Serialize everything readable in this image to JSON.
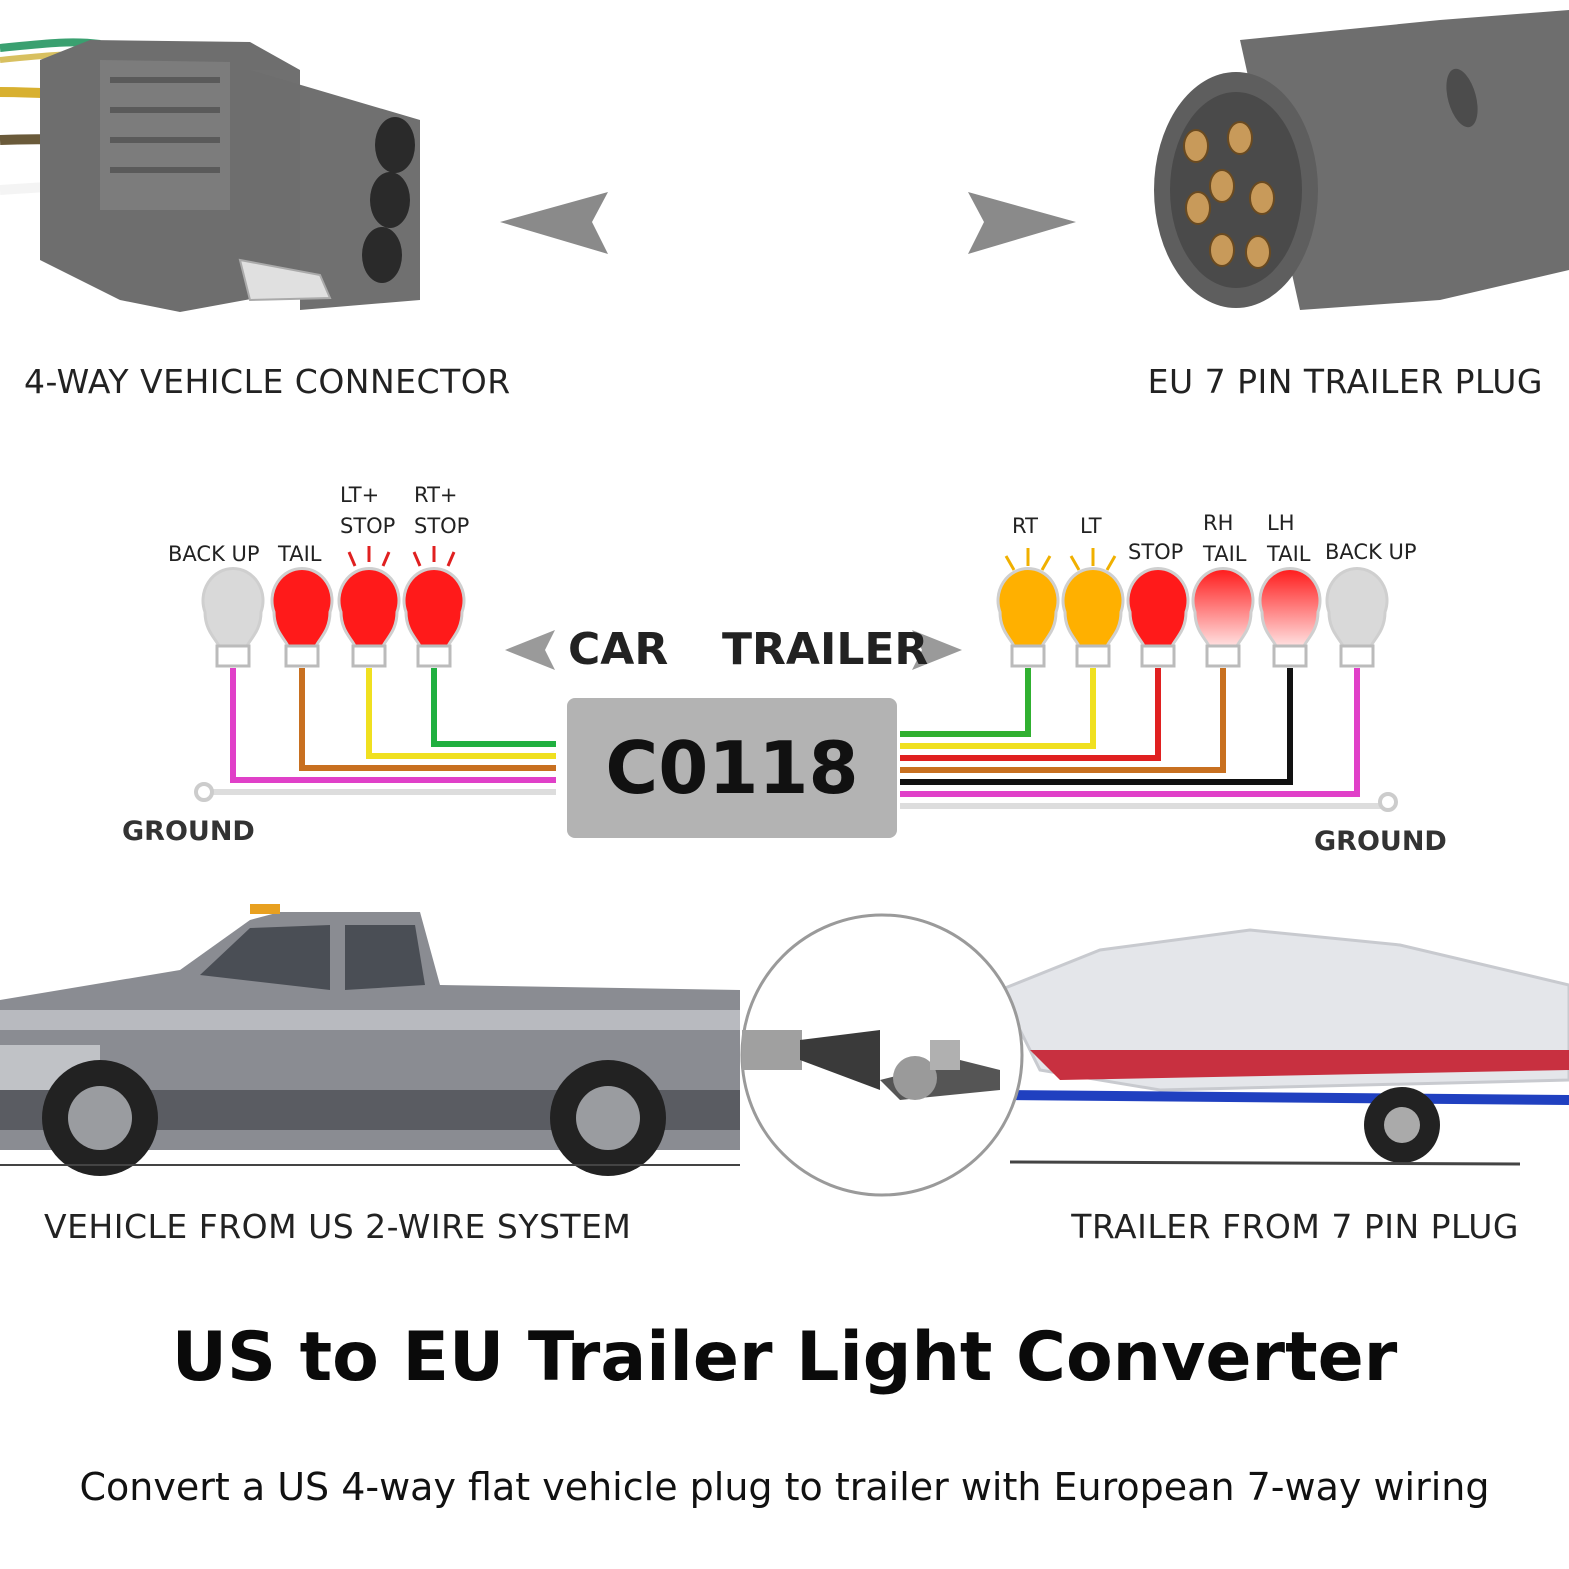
{
  "captions": {
    "vehicle_connector": "4-WAY VEHICLE CONNECTOR",
    "trailer_plug": "EU 7 PIN TRAILER PLUG",
    "vehicle_system": "VEHICLE FROM US 2-WIRE SYSTEM",
    "trailer_system": "TRAILER FROM 7 PIN PLUG"
  },
  "diagram": {
    "car_label": "CAR",
    "trailer_label": "TRAILER",
    "module": "C0118",
    "ground_left": "GROUND",
    "ground_right": "GROUND",
    "car_bulbs": [
      {
        "label": "BACK UP",
        "color": "#d9d9d9",
        "wire": "#e040c8"
      },
      {
        "label": "TAIL",
        "color": "#ff1a1a",
        "wire": "#c87020"
      },
      {
        "label": "LT+\nSTOP",
        "color": "#ff1a1a",
        "wire": "#f0e020"
      },
      {
        "label": "RT+\nSTOP",
        "color": "#ff1a1a",
        "wire": "#20b040"
      }
    ],
    "trailer_bulbs": [
      {
        "label": "RT",
        "color": "#ffb000",
        "wire": "#30b030"
      },
      {
        "label": "LT",
        "color": "#ffb000",
        "wire": "#f0e020"
      },
      {
        "label": "STOP",
        "color": "#ff1a1a",
        "wire": "#e02020"
      },
      {
        "label": "RH\nTAIL",
        "color": "#ff6060",
        "wire": "#c87020"
      },
      {
        "label": "LH\nTAIL",
        "color": "#ff6060",
        "wire": "#111111"
      },
      {
        "label": "BACK UP",
        "color": "#d9d9d9",
        "wire": "#e040c8"
      }
    ]
  },
  "title": "US to EU Trailer Light Converter",
  "subtitle": "Convert a US 4-way flat vehicle plug to trailer with European 7-way wiring"
}
